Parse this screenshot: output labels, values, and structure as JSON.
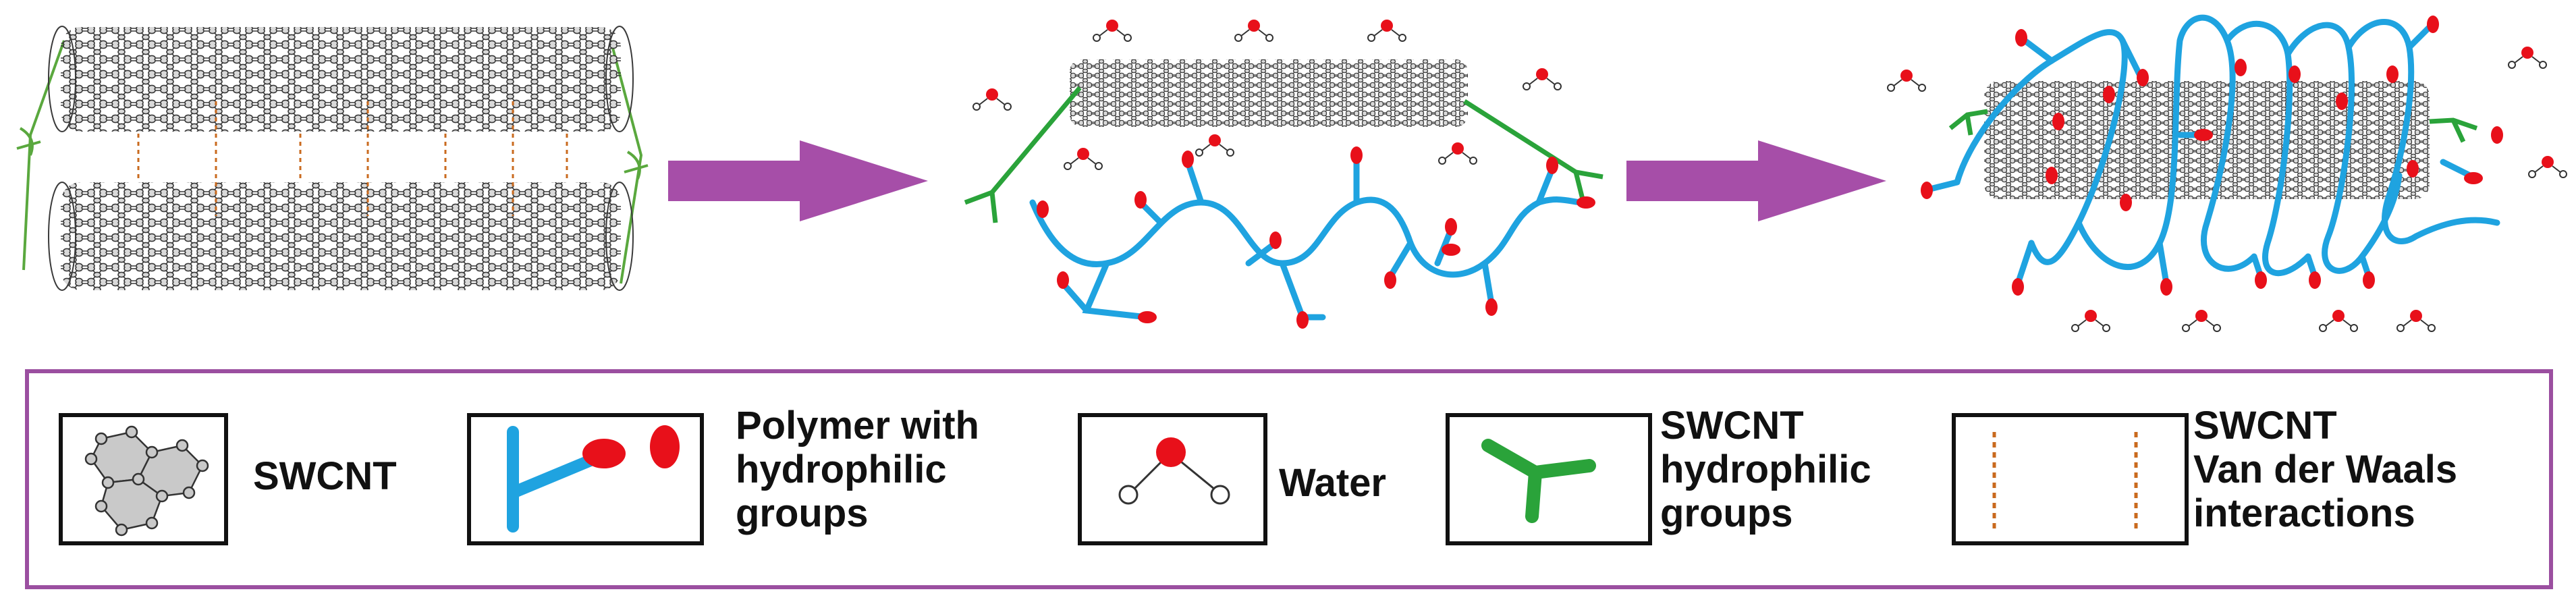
{
  "legend": {
    "swcnt": {
      "label": "SWCNT",
      "icon": "nanotube-lattice-icon"
    },
    "polymer": {
      "label_lines": [
        "Polymer with",
        "hydrophilic",
        "groups"
      ],
      "icon": "polymer-hydrophilic-icon"
    },
    "water": {
      "label": "Water",
      "icon": "water-molecule-icon"
    },
    "hydrophilic": {
      "label_lines": [
        "SWCNT",
        "hydrophilic",
        "groups"
      ],
      "icon": "swcnt-hydrophilic-group-icon"
    },
    "vdw": {
      "label_lines": [
        "SWCNT",
        "Van der Waals",
        "interactions"
      ],
      "icon": "van-der-waals-lines-icon"
    }
  },
  "colors": {
    "lattice": "#3a3a3a",
    "polymer": "#1fa3e0",
    "hydrophilic_group": "#e8101a",
    "swcnt_group": "#2aa33a",
    "vdw": "#c96a1e",
    "arrow": "#a64ea8",
    "legend_border": "#9b4fa0"
  }
}
